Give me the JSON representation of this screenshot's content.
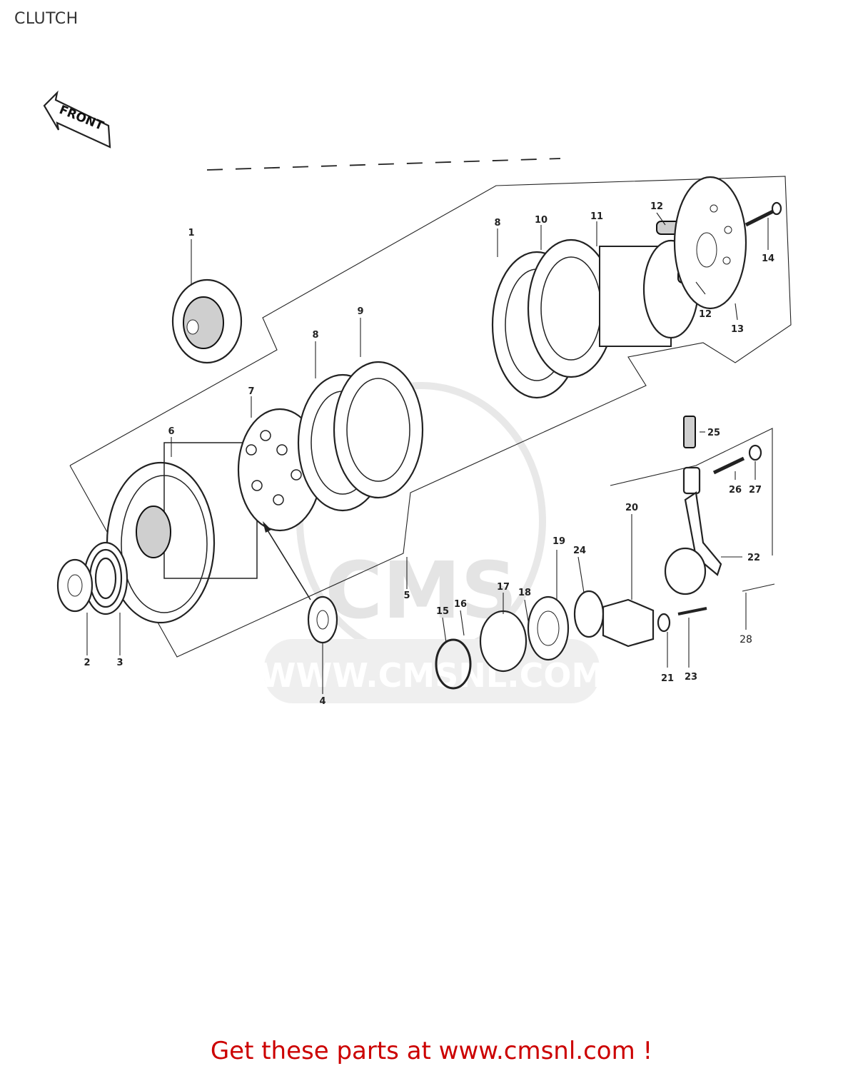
{
  "page": {
    "title": "CLUTCH"
  },
  "diagram": {
    "front_arrow_label": "FRONT",
    "watermark_text": "WWW.CMSNL.COM",
    "watermark_mark": "CMS",
    "callouts": [
      "1",
      "2",
      "3",
      "4",
      "5",
      "6",
      "7",
      "8",
      "8",
      "9",
      "10",
      "11",
      "12",
      "12",
      "13",
      "14",
      "15",
      "16",
      "17",
      "18",
      "19",
      "20",
      "21",
      "22",
      "23",
      "24",
      "25",
      "26",
      "27",
      "28"
    ]
  },
  "footer": {
    "promo_text": "Get these parts at www.cmsnl.com !"
  },
  "colors": {
    "promo": "#cc0000",
    "ink": "#222222",
    "watermark": "#e4e4e4"
  }
}
